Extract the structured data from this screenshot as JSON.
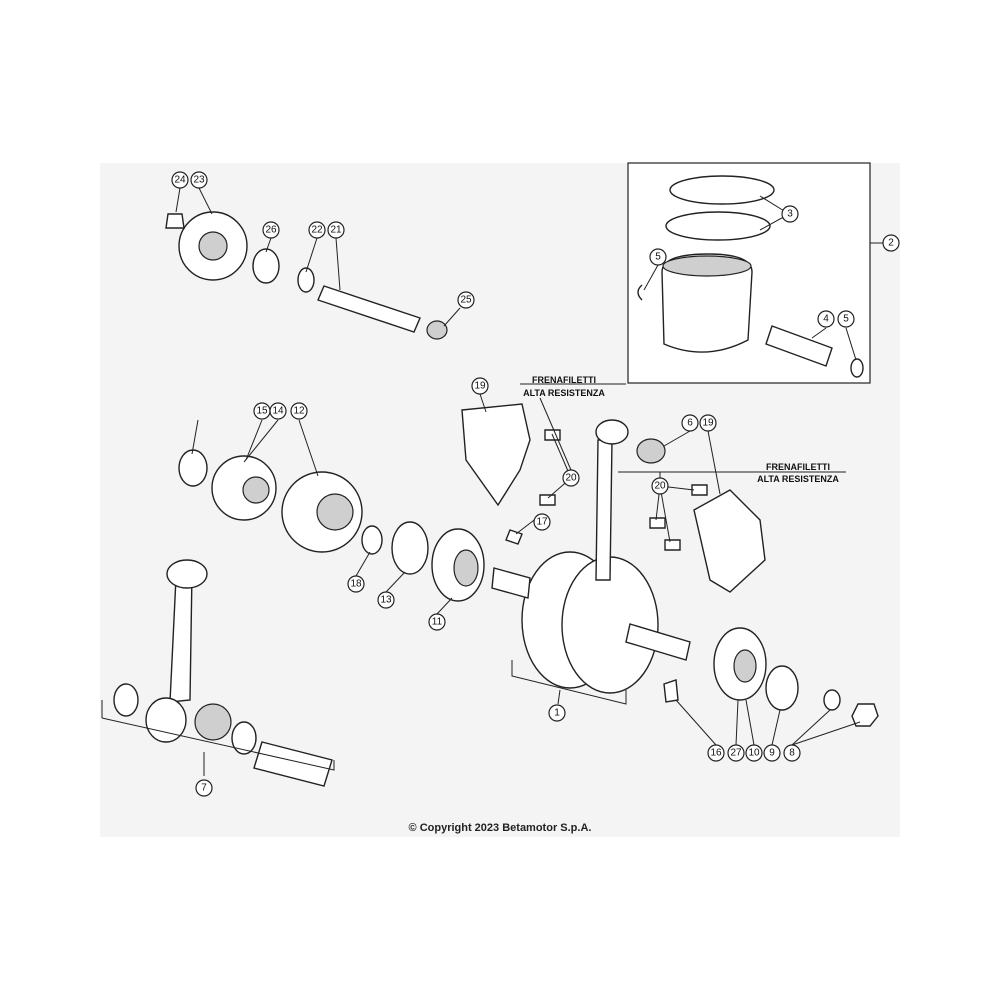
{
  "notes": {
    "thread_lock_line1": "FRENAFILETTI",
    "thread_lock_line2": "ALTA RESISTENZA"
  },
  "callouts": [
    "1",
    "2",
    "3",
    "4",
    "5",
    "5",
    "6",
    "7",
    "8",
    "9",
    "10",
    "11",
    "12",
    "13",
    "14",
    "15",
    "16",
    "17",
    "18",
    "19",
    "19",
    "20",
    "20",
    "21",
    "22",
    "23",
    "24",
    "25",
    "26",
    "27"
  ],
  "copyright": "© Copyright 2023 Betamotor S.p.A.",
  "colors": {
    "line": "#222222",
    "sheet": "#f4f4f4"
  }
}
